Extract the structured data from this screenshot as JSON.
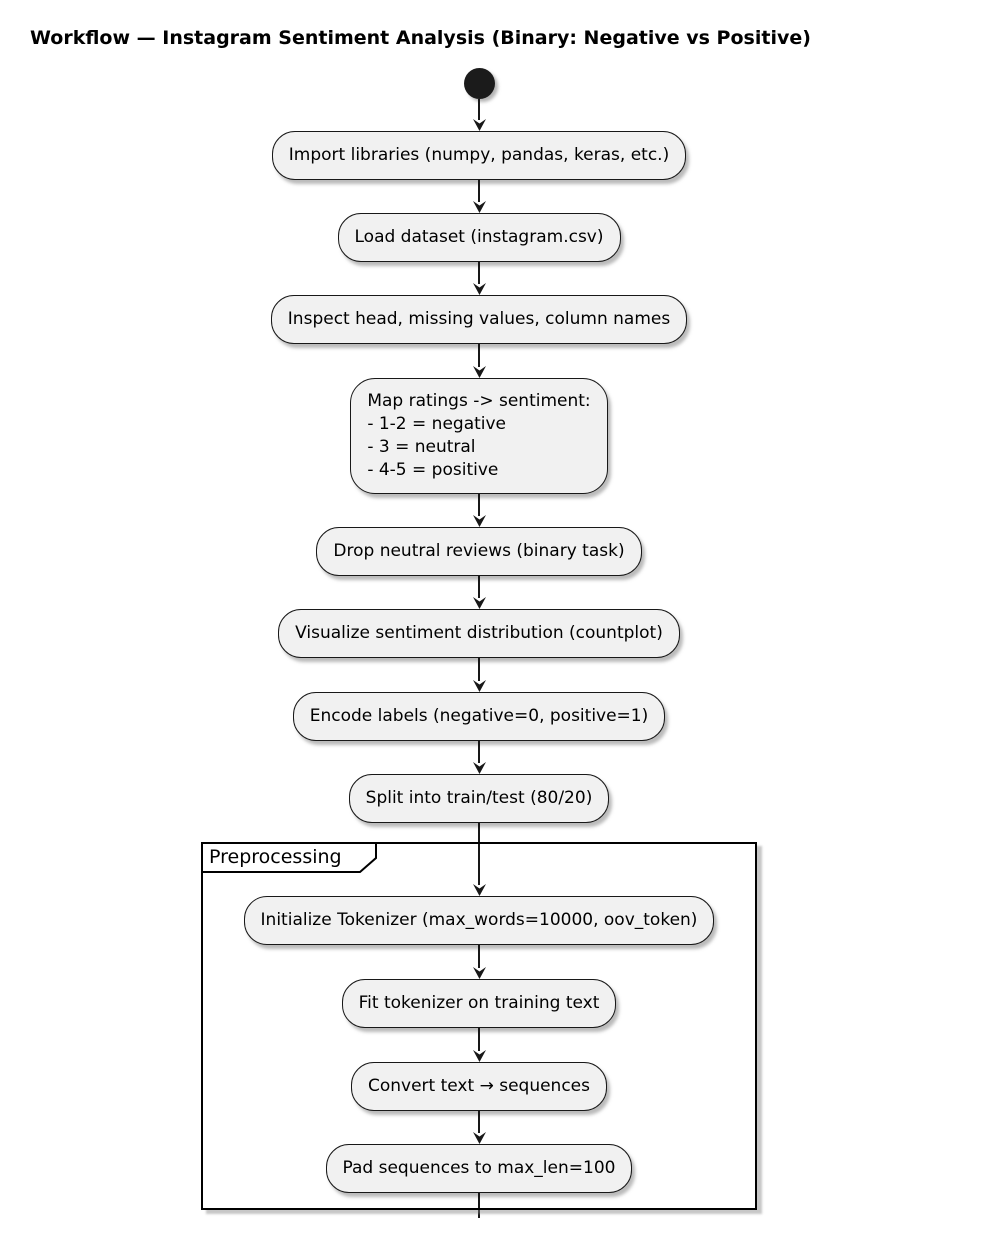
{
  "title": "Workflow — Instagram Sentiment Analysis (Binary: Negative vs Positive)",
  "colors": {
    "node_fill": "#f1f1f1",
    "node_border": "#181818",
    "connector_line": "#181818",
    "partition_border": "#000000",
    "canvas_background": "#ffffff"
  },
  "flow": {
    "nodes": [
      {
        "label": "Import libraries (numpy, pandas, keras, etc.)"
      },
      {
        "label": "Load dataset (instagram.csv)"
      },
      {
        "label": "Inspect head, missing values, column names"
      },
      {
        "lines": [
          "Map ratings -> sentiment:",
          "- 1-2 = negative",
          "- 3 = neutral",
          "- 4-5 = positive"
        ]
      },
      {
        "label": "Drop neutral reviews (binary task)"
      },
      {
        "label": "Visualize sentiment distribution (countplot)"
      },
      {
        "label": "Encode labels (negative=0, positive=1)"
      },
      {
        "label": "Split into train/test (80/20)"
      }
    ],
    "partition": {
      "label": "Preprocessing",
      "nodes": [
        {
          "label": "Initialize Tokenizer (max_words=10000, oov_token)"
        },
        {
          "label": "Fit tokenizer on training text"
        },
        {
          "label": "Convert text → sequences"
        },
        {
          "label": "Pad sequences to max_len=100"
        }
      ]
    }
  }
}
